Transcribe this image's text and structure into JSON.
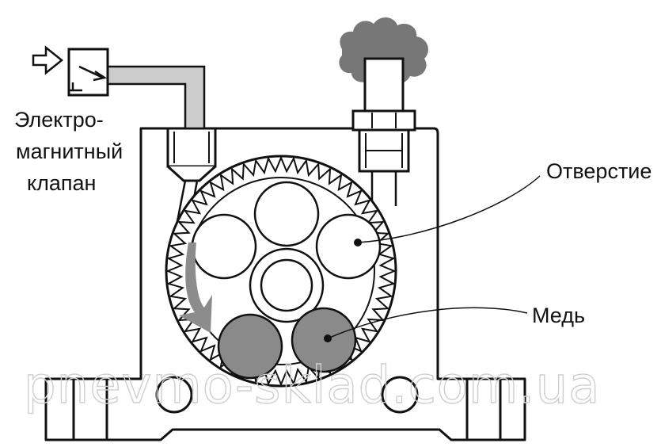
{
  "labels": {
    "valve_line1": "Электро-",
    "valve_line2": "магнитный",
    "valve_line3": "клапан",
    "hole": "Отверстие",
    "copper": "Медь"
  },
  "watermark": "pnevmo-sklad.com.ua",
  "colors": {
    "outline": "#111111",
    "copper_fill": "#8a8a8a",
    "pipe_fill": "#cccccc",
    "exhaust_fill": "#777777",
    "arrow_fill": "#8c8c8c"
  }
}
